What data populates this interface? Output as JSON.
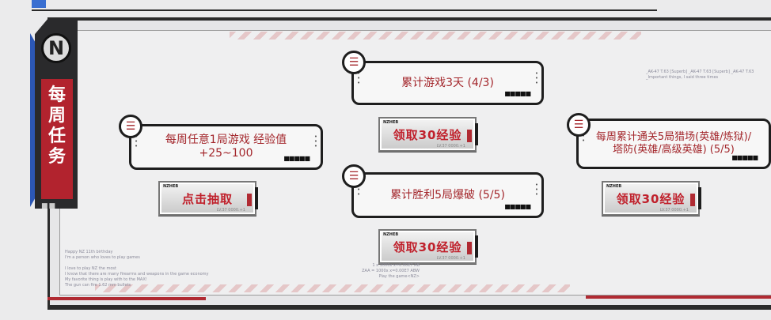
{
  "panel": {
    "title_chars": [
      "每",
      "周",
      "任",
      "务"
    ],
    "logo_letter": "N"
  },
  "tasks": [
    {
      "id": "t1",
      "text": "每周任意1局游戏 经验值+25~100",
      "button": "点击抽取"
    },
    {
      "id": "t2",
      "text": "累计游戏3天 (4/3)",
      "button": "领取30经验"
    },
    {
      "id": "t3",
      "text": "累计胜利5局爆破 (5/5)",
      "button": "领取30经验"
    },
    {
      "id": "t4",
      "text": "每周累计通关5局猎场(英雄/炼狱)/塔防(英雄/高级英雄) (5/5)",
      "button": "领取30经验"
    }
  ],
  "card_icon": "checklist-icon",
  "deco_text": {
    "bottom_left": "Happy NZ 11th birthday\nI'm a person who loves to play games\n\nI love to play NZ the most\nI know that there are many firearms and weapons in the game economy\nMy favorite thing is play with to the MAX!\nThe gun can fire 1.62 mm bullets",
    "bottom_mid": "1 x 1000x x=0.00E7 AB\nZAA = 1000x x=0.00E7 ABW\nPlay the game<NZ>",
    "top_right": "_AK-47  T.63  [Superb]   _AK-47  T.63  [Superb]   _AK-47  T.63\n_Important things, I said three times"
  },
  "colors": {
    "accent": "#a3262b",
    "dark": "#1e1e1e",
    "blue": "#2c57b5"
  }
}
